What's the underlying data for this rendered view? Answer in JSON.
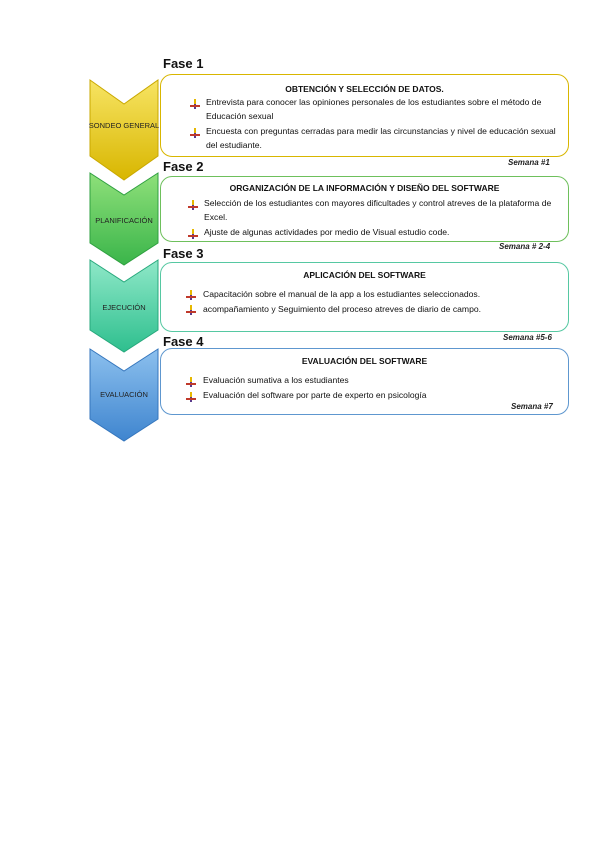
{
  "phases": [
    {
      "fase": "Fase 1",
      "chevron_label": "SONDEO GENERAL",
      "chevron_color_top": "#f7e463",
      "chevron_color_bottom": "#d8b600",
      "border_color": "#d8b600",
      "title": "OBTENCIÓN Y SELECCIÓN DE DATOS.",
      "bullets": [
        "Entrevista para conocer las opiniones personales de los estudiantes sobre el método de Educación sexual",
        "Encuesta con preguntas cerradas para medir las circunstancias y nivel de educación sexual del estudiante."
      ],
      "week": "Semana #1"
    },
    {
      "fase": "Fase 2",
      "chevron_label": "PLANIFICACIÓN",
      "chevron_color_top": "#8fe07a",
      "chevron_color_bottom": "#3ab54a",
      "border_color": "#6ec05c",
      "title": "ORGANIZACIÓN DE LA INFORMACIÓN Y DISEÑO DEL SOFTWARE",
      "bullets": [
        "Selección de los estudiantes con mayores dificultades y control atreves de la plataforma de Excel.",
        "Ajuste de algunas actividades por medio de Visual estudio code."
      ],
      "week": "Semana # 2-4"
    },
    {
      "fase": "Fase 3",
      "chevron_label": "EJECUCIÓN",
      "chevron_color_top": "#8fe8c8",
      "chevron_color_bottom": "#2ebf8e",
      "border_color": "#56c8a2",
      "title": "APLICACIÓN DEL SOFTWARE",
      "bullets": [
        "Capacitación sobre el manual de la app a los estudiantes seleccionados.",
        "acompañamiento y Seguimiento del proceso atreves de diario de campo."
      ],
      "week": "Semana #5-6"
    },
    {
      "fase": "Fase 4",
      "chevron_label": "EVALUACIÓN",
      "chevron_color_top": "#8cc0ee",
      "chevron_color_bottom": "#3f85cf",
      "border_color": "#5e97cf",
      "title": "EVALUACIÓN DEL SOFTWARE",
      "bullets": [
        "Evaluación sumativa a los estudiantes",
        "Evaluación del software por parte de experto en psicología"
      ],
      "week": "Semana #7"
    }
  ],
  "icons": {
    "bullet": "pushpin-bullet-icon"
  }
}
